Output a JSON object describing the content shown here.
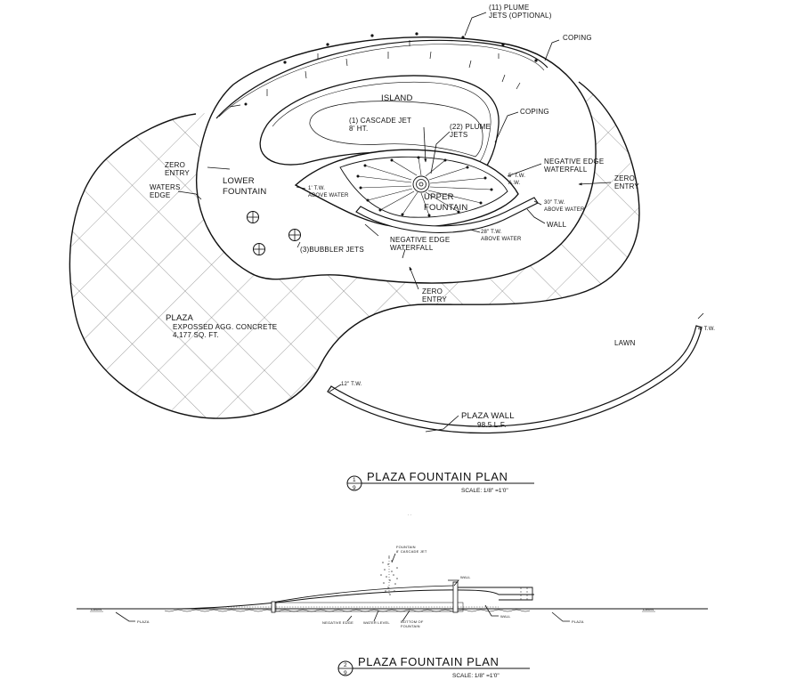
{
  "plan": {
    "plume_jets_optional": [
      "(11) PLUME",
      "JETS (OPTIONAL)"
    ],
    "coping_top": "COPING",
    "island": "ISLAND",
    "cascade_jet": [
      "(1) CASCADE JET",
      "8' HT."
    ],
    "plume_jets_22": [
      "(22) PLUME",
      "JETS"
    ],
    "coping_right": "COPING",
    "zero_entry_left": [
      "ZERO",
      "ENTRY"
    ],
    "waters_edge": [
      "WATERS",
      "EDGE"
    ],
    "lower_fountain": [
      "LOWER",
      "FOUNTAIN"
    ],
    "one_tw": [
      "1' T.W.",
      "ABOVE WATER"
    ],
    "upper_fountain": [
      "UPPER",
      "FOUNTAIN"
    ],
    "five_tw": [
      "5' T.W.",
      "A.W."
    ],
    "negative_edge_right": [
      "NEGATIVE EDGE",
      "WATERFALL"
    ],
    "zero_entry_right": [
      "ZERO",
      "ENTRY"
    ],
    "thirty_tw": [
      "30\" T.W.",
      "ABOVE WATER"
    ],
    "wall": "WALL",
    "twentyeight_tw": [
      "28\" T.W.",
      "ABOVE WATER"
    ],
    "bubbler_jets": "(3)BUBBLER JETS",
    "negative_edge_bottom": [
      "NEGATIVE EDGE",
      "WATERFALL"
    ],
    "zero_entry_bottom": [
      "ZERO",
      "ENTRY"
    ],
    "plaza": [
      "PLAZA",
      "EXPOSSED AGG. CONCRETE",
      "4,177 SQ. FT."
    ],
    "lawn": "LAWN",
    "four_tw": "4' T.W.",
    "twelve_tw": "12\" T.W.",
    "plaza_wall": [
      "PLAZA WALL",
      "98.5 L.F."
    ]
  },
  "plan_title": {
    "number": "1",
    "sheet": "9",
    "title": "PLAZA FOUNTAIN PLAN",
    "scale": "SCALE: 1/8\" =1'0\""
  },
  "section": {
    "fountain_jet": [
      "FOUNTAIN",
      "8' CASCADE JET"
    ],
    "wall_top": "WALL",
    "lawn_left": "LAWN",
    "lawn_right": "LAWN",
    "plaza_left": "PLAZA",
    "plaza_right": "PLAZA",
    "negative_edge": "NEGATIVE EDGE",
    "water_level": "WATER LEVEL",
    "bottom_of_fountain": [
      "BOTTOM OF",
      "FOUNTAIN"
    ],
    "wall_bottom": "WALL"
  },
  "section_title": {
    "number": "2",
    "sheet": "9",
    "title": "PLAZA FOUNTAIN PLAN",
    "scale": "SCALE: 1/8\" =1'0\""
  }
}
